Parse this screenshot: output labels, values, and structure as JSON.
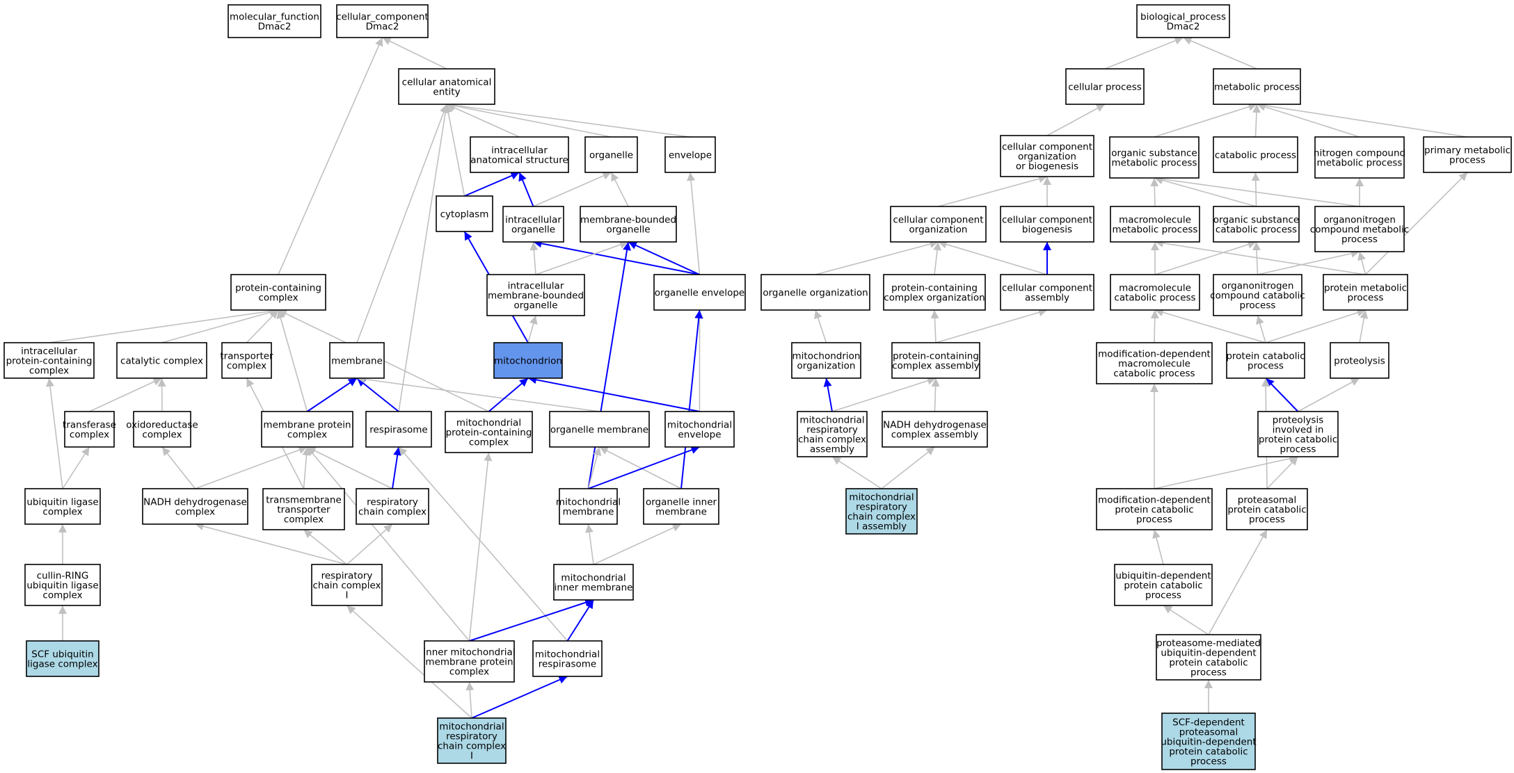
{
  "colors": {
    "default_fill": "#ffffff",
    "leaf_fill": "#add8e6",
    "highlight_fill": "#6495ed",
    "edge_gray": "#c0c0c0",
    "edge_blue": "#0000ff"
  },
  "nodes": [
    {
      "id": "mf",
      "label": [
        "molecular_function",
        "Dmac2"
      ]
    },
    {
      "id": "cc",
      "label": [
        "cellular_component",
        "Dmac2"
      ]
    },
    {
      "id": "bp",
      "label": [
        "biological_process",
        "Dmac2"
      ]
    },
    {
      "id": "cae",
      "label": [
        "cellular anatomical",
        "entity"
      ]
    },
    {
      "id": "ias",
      "label": [
        "intracellular",
        "anatomical structure"
      ]
    },
    {
      "id": "org",
      "label": [
        "organelle"
      ]
    },
    {
      "id": "env",
      "label": [
        "envelope"
      ]
    },
    {
      "id": "cyto",
      "label": [
        "cytoplasm"
      ]
    },
    {
      "id": "io",
      "label": [
        "intracellular",
        "organelle"
      ]
    },
    {
      "id": "mbo",
      "label": [
        "membrane-bounded",
        "organelle"
      ]
    },
    {
      "id": "imbo",
      "label": [
        "intracellular",
        "membrane-bounded",
        "organelle"
      ]
    },
    {
      "id": "oe",
      "label": [
        "organelle envelope"
      ]
    },
    {
      "id": "pcc",
      "label": [
        "protein-containing",
        "complex"
      ]
    },
    {
      "id": "ipcc",
      "label": [
        "intracellular",
        "protein-containing",
        "complex"
      ]
    },
    {
      "id": "catc",
      "label": [
        "catalytic complex"
      ]
    },
    {
      "id": "trc",
      "label": [
        "transporter",
        "complex"
      ]
    },
    {
      "id": "memb",
      "label": [
        "membrane"
      ]
    },
    {
      "id": "mito",
      "label": [
        "mitochondrion"
      ],
      "style": "highlight"
    },
    {
      "id": "tfc",
      "label": [
        "transferase",
        "complex"
      ]
    },
    {
      "id": "oxc",
      "label": [
        "oxidoreductase",
        "complex"
      ]
    },
    {
      "id": "mpc",
      "label": [
        "membrane protein",
        "complex"
      ]
    },
    {
      "id": "resp",
      "label": [
        "respirasome"
      ]
    },
    {
      "id": "mpcc",
      "label": [
        "mitochondrial",
        "protein-containing",
        "complex"
      ]
    },
    {
      "id": "om",
      "label": [
        "organelle membrane"
      ]
    },
    {
      "id": "menv",
      "label": [
        "mitochondrial",
        "envelope"
      ]
    },
    {
      "id": "ulc",
      "label": [
        "ubiquitin ligase",
        "complex"
      ]
    },
    {
      "id": "ndh",
      "label": [
        "NADH dehydrogenase",
        "complex"
      ]
    },
    {
      "id": "tmtc",
      "label": [
        "transmembrane",
        "transporter",
        "complex"
      ]
    },
    {
      "id": "rcc",
      "label": [
        "respiratory",
        "chain complex"
      ]
    },
    {
      "id": "mm",
      "label": [
        "mitochondrial",
        "membrane"
      ]
    },
    {
      "id": "oim",
      "label": [
        "organelle inner",
        "membrane"
      ]
    },
    {
      "id": "crl",
      "label": [
        "cullin-RING",
        "ubiquitin ligase",
        "complex"
      ]
    },
    {
      "id": "rcc1",
      "label": [
        "respiratory",
        "chain complex",
        "I"
      ]
    },
    {
      "id": "mim",
      "label": [
        "mitochondrial",
        "inner membrane"
      ]
    },
    {
      "id": "scfc",
      "label": [
        "SCF ubiquitin",
        "ligase complex"
      ],
      "style": "leaf"
    },
    {
      "id": "impc",
      "label": [
        "inner mitochondrial",
        "membrane protein",
        "complex"
      ]
    },
    {
      "id": "mresp",
      "label": [
        "mitochondrial",
        "respirasome"
      ]
    },
    {
      "id": "mrcc1",
      "label": [
        "mitochondrial",
        "respiratory",
        "chain complex",
        "I"
      ],
      "style": "leaf"
    },
    {
      "id": "cp",
      "label": [
        "cellular process"
      ]
    },
    {
      "id": "ccob",
      "label": [
        "cellular component",
        "organization",
        "or biogenesis"
      ]
    },
    {
      "id": "cco",
      "label": [
        "cellular component",
        "organization"
      ]
    },
    {
      "id": "ccb",
      "label": [
        "cellular component",
        "biogenesis"
      ]
    },
    {
      "id": "oo",
      "label": [
        "organelle organization"
      ]
    },
    {
      "id": "pcco",
      "label": [
        "protein-containing",
        "complex organization"
      ]
    },
    {
      "id": "cca",
      "label": [
        "cellular component",
        "assembly"
      ]
    },
    {
      "id": "mo",
      "label": [
        "mitochondrion",
        "organization"
      ]
    },
    {
      "id": "pcca",
      "label": [
        "protein-containing",
        "complex assembly"
      ]
    },
    {
      "id": "mrcca",
      "label": [
        "mitochondrial",
        "respiratory",
        "chain complex",
        "assembly"
      ]
    },
    {
      "id": "ndha",
      "label": [
        "NADH dehydrogenase",
        "complex assembly"
      ]
    },
    {
      "id": "mrcc1a",
      "label": [
        "mitochondrial",
        "respiratory",
        "chain complex",
        "I assembly"
      ],
      "style": "leaf"
    },
    {
      "id": "mp",
      "label": [
        "metabolic process"
      ]
    },
    {
      "id": "osmp",
      "label": [
        "organic substance",
        "metabolic process"
      ]
    },
    {
      "id": "catp",
      "label": [
        "catabolic process"
      ]
    },
    {
      "id": "ncmp",
      "label": [
        "nitrogen compound",
        "metabolic process"
      ]
    },
    {
      "id": "pmp",
      "label": [
        "primary metabolic",
        "process"
      ]
    },
    {
      "id": "mmp",
      "label": [
        "macromolecule",
        "metabolic process"
      ]
    },
    {
      "id": "oscp",
      "label": [
        "organic substance",
        "catabolic process"
      ]
    },
    {
      "id": "oncmp",
      "label": [
        "organonitrogen",
        "compound metabolic",
        "process"
      ]
    },
    {
      "id": "mcp",
      "label": [
        "macromolecule",
        "catabolic process"
      ]
    },
    {
      "id": "onccp",
      "label": [
        "organonitrogen",
        "compound catabolic",
        "process"
      ]
    },
    {
      "id": "protmp",
      "label": [
        "protein metabolic",
        "process"
      ]
    },
    {
      "id": "mdmcp",
      "label": [
        "modification-dependent",
        "macromolecule",
        "catabolic process"
      ]
    },
    {
      "id": "pcp",
      "label": [
        "protein catabolic",
        "process"
      ]
    },
    {
      "id": "prot",
      "label": [
        "proteolysis"
      ]
    },
    {
      "id": "pipcp",
      "label": [
        "proteolysis",
        "involved in",
        "protein catabolic",
        "process"
      ]
    },
    {
      "id": "mdpcp",
      "label": [
        "modification-dependent",
        "protein catabolic",
        "process"
      ]
    },
    {
      "id": "ppcp",
      "label": [
        "proteasomal",
        "protein catabolic",
        "process"
      ]
    },
    {
      "id": "udpcp",
      "label": [
        "ubiquitin-dependent",
        "protein catabolic",
        "process"
      ]
    },
    {
      "id": "pmudpcp",
      "label": [
        "proteasome-mediated",
        "ubiquitin-dependent",
        "protein catabolic",
        "process"
      ]
    },
    {
      "id": "scfpud",
      "label": [
        "SCF-dependent",
        "proteasomal",
        "ubiquitin-dependent",
        "protein catabolic",
        "process"
      ],
      "style": "leaf"
    }
  ],
  "edges": [
    [
      "cae",
      "cc",
      "gray"
    ],
    [
      "pcc",
      "cc",
      "gray"
    ],
    [
      "ias",
      "cae",
      "gray"
    ],
    [
      "org",
      "cae",
      "gray"
    ],
    [
      "env",
      "cae",
      "gray"
    ],
    [
      "cyto",
      "cae",
      "gray"
    ],
    [
      "memb",
      "cae",
      "gray"
    ],
    [
      "resp",
      "cae",
      "gray"
    ],
    [
      "cyto",
      "ias",
      "blue"
    ],
    [
      "io",
      "ias",
      "blue"
    ],
    [
      "io",
      "org",
      "gray"
    ],
    [
      "mbo",
      "org",
      "gray"
    ],
    [
      "oe",
      "env",
      "gray"
    ],
    [
      "imbo",
      "io",
      "gray"
    ],
    [
      "oe",
      "io",
      "blue"
    ],
    [
      "imbo",
      "mbo",
      "gray"
    ],
    [
      "oe",
      "mbo",
      "blue"
    ],
    [
      "mm",
      "mbo",
      "blue"
    ],
    [
      "mito",
      "cyto",
      "blue"
    ],
    [
      "mito",
      "imbo",
      "gray"
    ],
    [
      "menv",
      "oe",
      "gray"
    ],
    [
      "oim",
      "oe",
      "blue"
    ],
    [
      "ipcc",
      "pcc",
      "gray"
    ],
    [
      "catc",
      "pcc",
      "gray"
    ],
    [
      "trc",
      "pcc",
      "gray"
    ],
    [
      "mpc",
      "pcc",
      "gray"
    ],
    [
      "mpcc",
      "pcc",
      "gray"
    ],
    [
      "ulc",
      "ipcc",
      "gray"
    ],
    [
      "tfc",
      "catc",
      "gray"
    ],
    [
      "oxc",
      "catc",
      "gray"
    ],
    [
      "tmtc",
      "trc",
      "gray"
    ],
    [
      "mpc",
      "memb",
      "blue"
    ],
    [
      "resp",
      "memb",
      "blue"
    ],
    [
      "om",
      "memb",
      "gray"
    ],
    [
      "mpcc",
      "mito",
      "blue"
    ],
    [
      "menv",
      "mito",
      "blue"
    ],
    [
      "ulc",
      "tfc",
      "gray"
    ],
    [
      "ndh",
      "oxc",
      "gray"
    ],
    [
      "ndh",
      "mpc",
      "gray"
    ],
    [
      "tmtc",
      "mpc",
      "gray"
    ],
    [
      "rcc",
      "mpc",
      "gray"
    ],
    [
      "impc",
      "mpc",
      "gray"
    ],
    [
      "rcc",
      "resp",
      "blue"
    ],
    [
      "mresp",
      "resp",
      "gray"
    ],
    [
      "impc",
      "mpcc",
      "gray"
    ],
    [
      "mm",
      "om",
      "gray"
    ],
    [
      "oim",
      "om",
      "gray"
    ],
    [
      "mm",
      "menv",
      "blue"
    ],
    [
      "crl",
      "ulc",
      "gray"
    ],
    [
      "rcc1",
      "ndh",
      "gray"
    ],
    [
      "rcc1",
      "tmtc",
      "gray"
    ],
    [
      "rcc1",
      "rcc",
      "gray"
    ],
    [
      "mim",
      "mm",
      "gray"
    ],
    [
      "mim",
      "oim",
      "gray"
    ],
    [
      "scfc",
      "crl",
      "gray"
    ],
    [
      "mrcc1",
      "rcc1",
      "gray"
    ],
    [
      "mrcc1",
      "impc",
      "gray"
    ],
    [
      "mrcc1",
      "mresp",
      "blue"
    ],
    [
      "impc",
      "mim",
      "blue"
    ],
    [
      "mresp",
      "mim",
      "blue"
    ],
    [
      "cp",
      "bp",
      "gray"
    ],
    [
      "mp",
      "bp",
      "gray"
    ],
    [
      "ccob",
      "cp",
      "gray"
    ],
    [
      "cco",
      "ccob",
      "gray"
    ],
    [
      "ccb",
      "ccob",
      "gray"
    ],
    [
      "oo",
      "cco",
      "gray"
    ],
    [
      "pcco",
      "cco",
      "gray"
    ],
    [
      "cca",
      "cco",
      "gray"
    ],
    [
      "cca",
      "ccb",
      "blue"
    ],
    [
      "mo",
      "oo",
      "gray"
    ],
    [
      "pcca",
      "pcco",
      "gray"
    ],
    [
      "pcca",
      "cca",
      "gray"
    ],
    [
      "mrcca",
      "mo",
      "blue"
    ],
    [
      "mrcca",
      "pcca",
      "gray"
    ],
    [
      "ndha",
      "pcca",
      "gray"
    ],
    [
      "mrcc1a",
      "mrcca",
      "gray"
    ],
    [
      "mrcc1a",
      "ndha",
      "gray"
    ],
    [
      "osmp",
      "mp",
      "gray"
    ],
    [
      "catp",
      "mp",
      "gray"
    ],
    [
      "ncmp",
      "mp",
      "gray"
    ],
    [
      "pmp",
      "mp",
      "gray"
    ],
    [
      "mmp",
      "osmp",
      "gray"
    ],
    [
      "oscp",
      "osmp",
      "gray"
    ],
    [
      "oncmp",
      "osmp",
      "gray"
    ],
    [
      "oscp",
      "catp",
      "gray"
    ],
    [
      "oncmp",
      "ncmp",
      "gray"
    ],
    [
      "protmp",
      "pmp",
      "gray"
    ],
    [
      "mcp",
      "mmp",
      "gray"
    ],
    [
      "protmp",
      "mmp",
      "gray"
    ],
    [
      "mcp",
      "oscp",
      "gray"
    ],
    [
      "onccp",
      "oscp",
      "gray"
    ],
    [
      "onccp",
      "oncmp",
      "gray"
    ],
    [
      "protmp",
      "oncmp",
      "gray"
    ],
    [
      "mdmcp",
      "mcp",
      "gray"
    ],
    [
      "pcp",
      "mcp",
      "gray"
    ],
    [
      "pcp",
      "onccp",
      "gray"
    ],
    [
      "pcp",
      "protmp",
      "gray"
    ],
    [
      "prot",
      "protmp",
      "gray"
    ],
    [
      "pipcp",
      "pcp",
      "blue"
    ],
    [
      "ppcp",
      "pcp",
      "gray"
    ],
    [
      "pipcp",
      "prot",
      "gray"
    ],
    [
      "mdpcp",
      "mdmcp",
      "gray"
    ],
    [
      "mdpcp",
      "pipcp",
      "gray"
    ],
    [
      "ppcp",
      "pipcp",
      "gray"
    ],
    [
      "udpcp",
      "mdpcp",
      "gray"
    ],
    [
      "pmudpcp",
      "udpcp",
      "gray"
    ],
    [
      "pmudpcp",
      "ppcp",
      "gray"
    ],
    [
      "scfpud",
      "pmudpcp",
      "gray"
    ]
  ]
}
